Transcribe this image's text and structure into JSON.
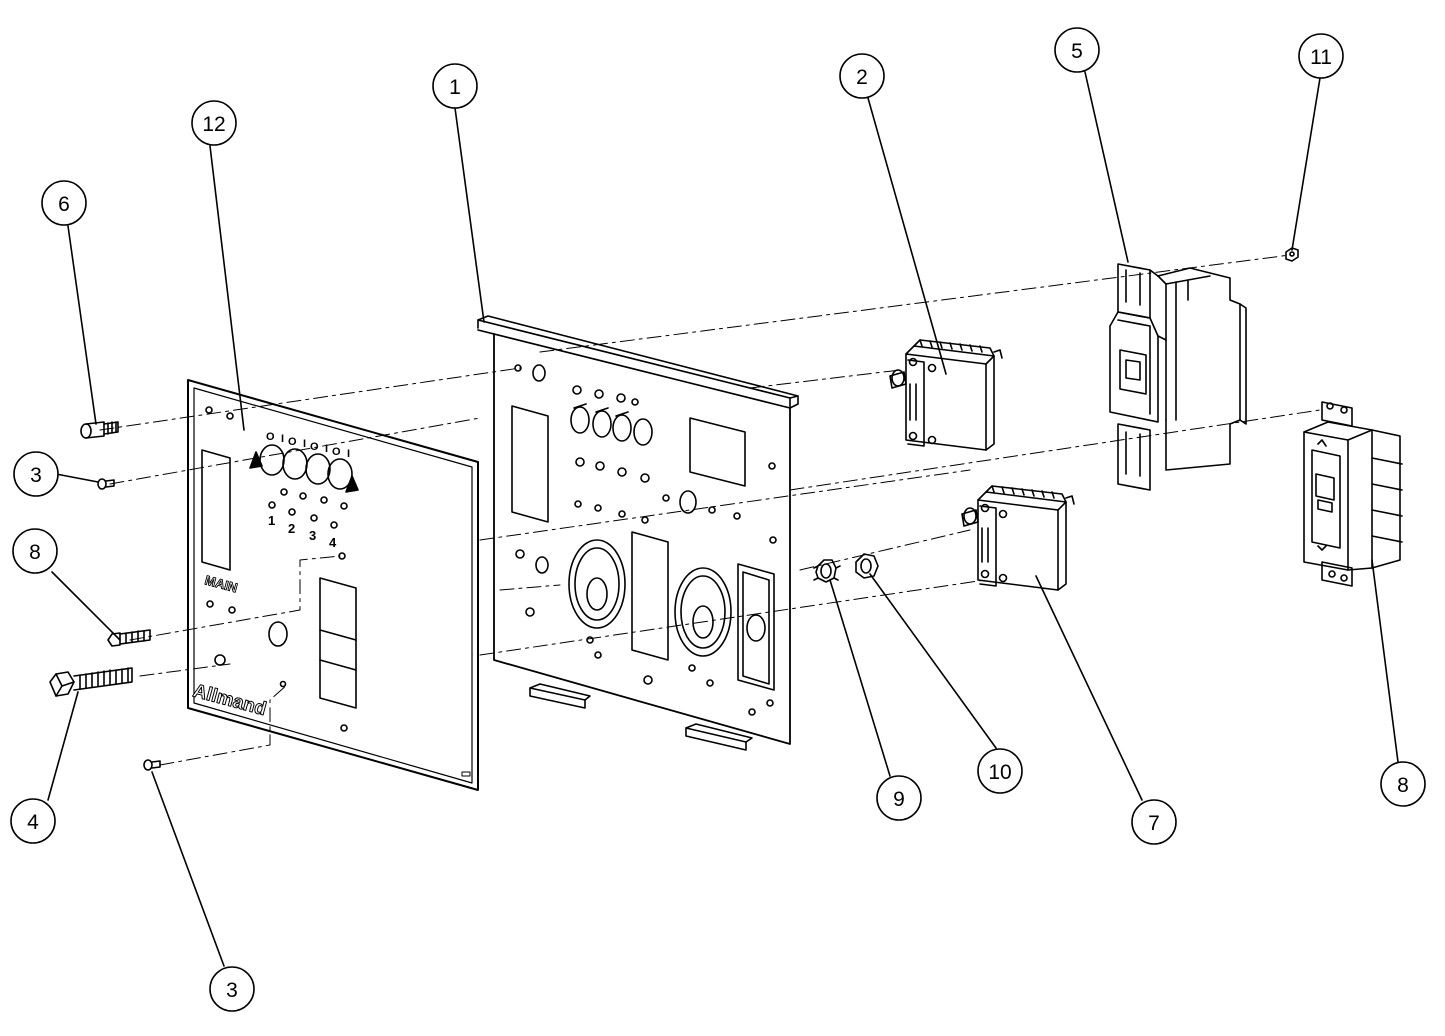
{
  "callouts": [
    {
      "id": "c1",
      "label": "1"
    },
    {
      "id": "c2",
      "label": "2"
    },
    {
      "id": "c3a",
      "label": "3"
    },
    {
      "id": "c3b",
      "label": "3"
    },
    {
      "id": "c4",
      "label": "4"
    },
    {
      "id": "c5",
      "label": "5"
    },
    {
      "id": "c6",
      "label": "6"
    },
    {
      "id": "c7",
      "label": "7"
    },
    {
      "id": "c8a",
      "label": "8"
    },
    {
      "id": "c8b",
      "label": "8"
    },
    {
      "id": "c9",
      "label": "9"
    },
    {
      "id": "c10",
      "label": "10"
    },
    {
      "id": "c11",
      "label": "11"
    },
    {
      "id": "c12",
      "label": "12"
    }
  ],
  "faceplate": {
    "logo": "Allmand",
    "main_label": "MAIN",
    "breaker_numbers": [
      "1",
      "2",
      "3",
      "4"
    ],
    "switch_marks": [
      "O",
      "I",
      "O",
      "I",
      "O",
      "I",
      "O",
      "I"
    ]
  },
  "colors": {
    "line": "#000000",
    "background": "#ffffff",
    "shade": "#cfcfcf"
  }
}
